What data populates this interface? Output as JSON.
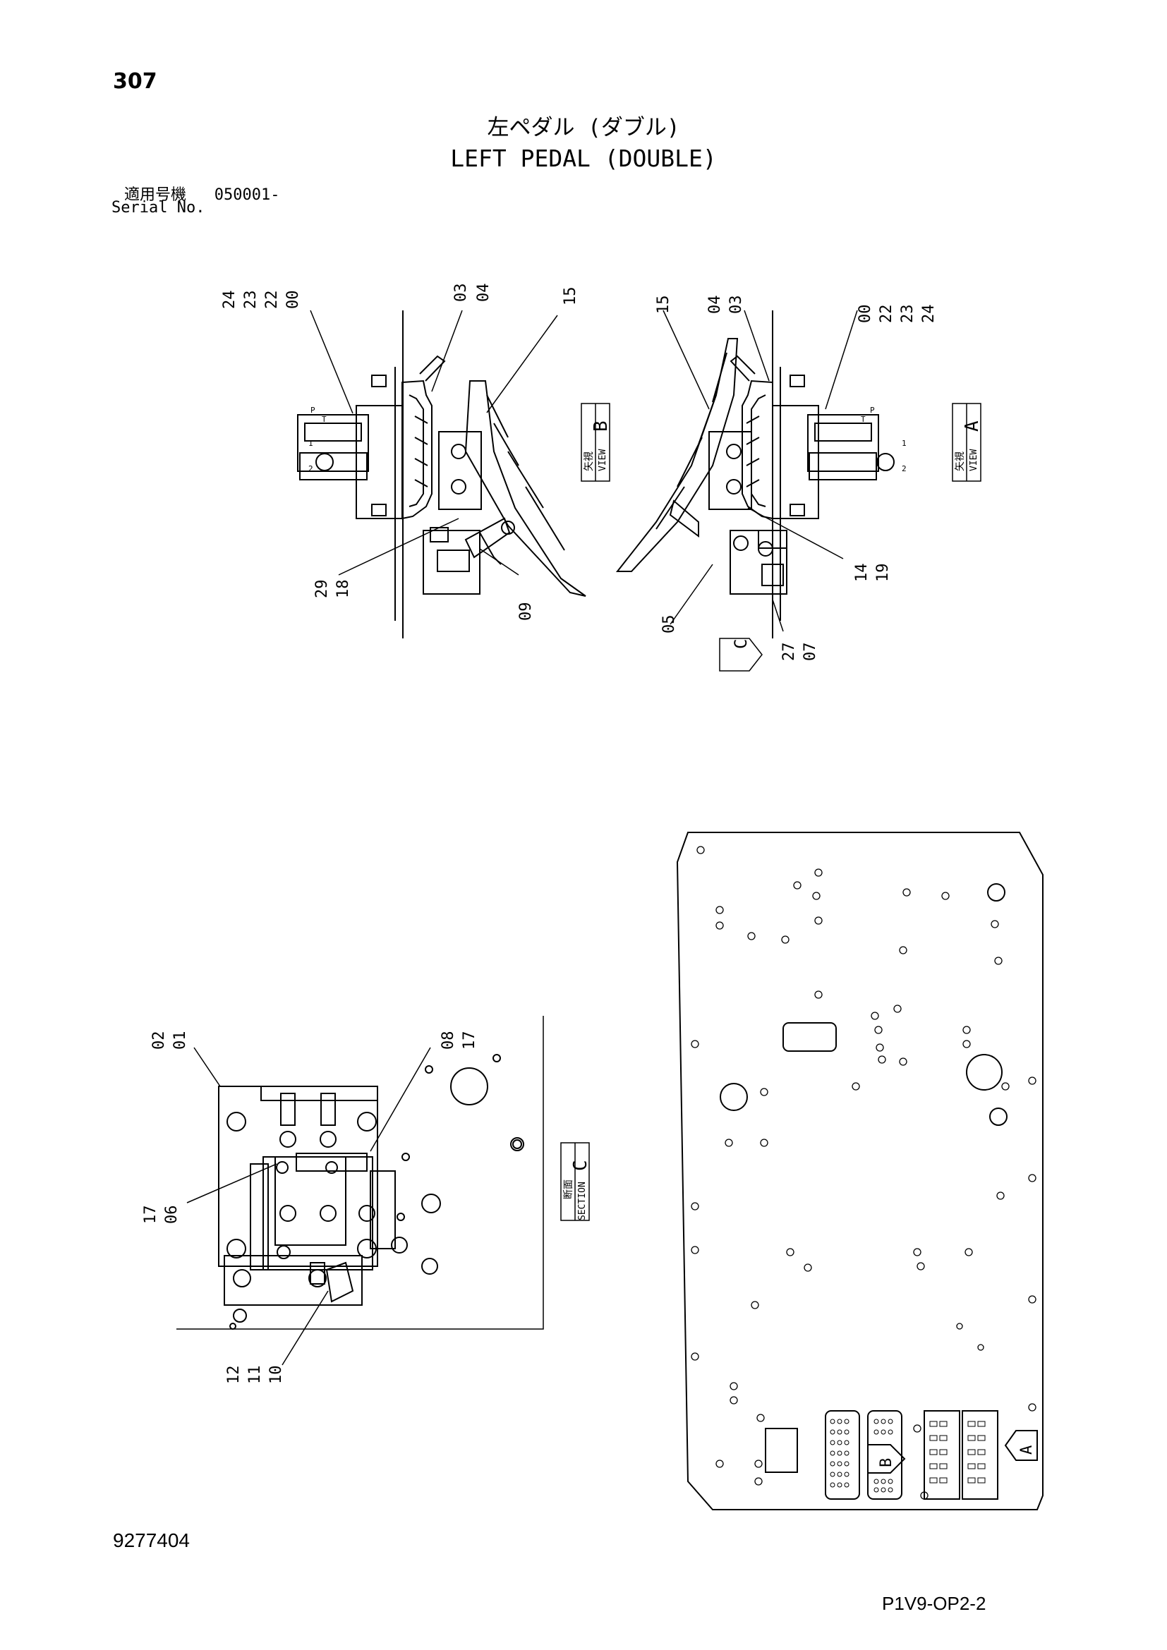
{
  "header": {
    "page_number": "307",
    "title_jp": "左ペダル (ダブル)",
    "title_en": "LEFT PEDAL (DOUBLE)",
    "serial_label_jp": "適用号機",
    "serial_value": "050001-",
    "serial_label_en": "Serial No."
  },
  "footer": {
    "doc_number": "9277404",
    "page_code": "P1V9-OP2-2"
  },
  "views": {
    "view_b": {
      "jp": "矢視",
      "en": "VIEW",
      "letter": "B"
    },
    "view_a": {
      "jp": "矢視",
      "en": "VIEW",
      "letter": "A"
    },
    "section_c": {
      "jp": "断面",
      "en": "SECTION",
      "letter": "C"
    },
    "arrow_c": "C",
    "arrow_a": "A",
    "arrow_b": "B"
  },
  "callouts": {
    "view_b_group1": [
      "24",
      "23",
      "22",
      "00"
    ],
    "view_b_group2": [
      "03",
      "04"
    ],
    "view_b_15": "15",
    "view_b_group3": [
      "29",
      "18"
    ],
    "view_b_09": "09",
    "view_a_15": "15",
    "view_a_group2": [
      "04",
      "03"
    ],
    "view_a_group1": [
      "00",
      "22",
      "23",
      "24"
    ],
    "view_a_group3": [
      "14",
      "19"
    ],
    "view_a_05": "05",
    "view_a_group4": [
      "27",
      "07"
    ],
    "sec_group1": [
      "02",
      "01"
    ],
    "sec_group2": [
      "08",
      "17"
    ],
    "sec_group3": [
      "17",
      "06"
    ],
    "sec_group4": [
      "12",
      "11",
      "10"
    ]
  },
  "port_marks": {
    "p": "P",
    "t": "T",
    "one": "1",
    "two": "2"
  }
}
